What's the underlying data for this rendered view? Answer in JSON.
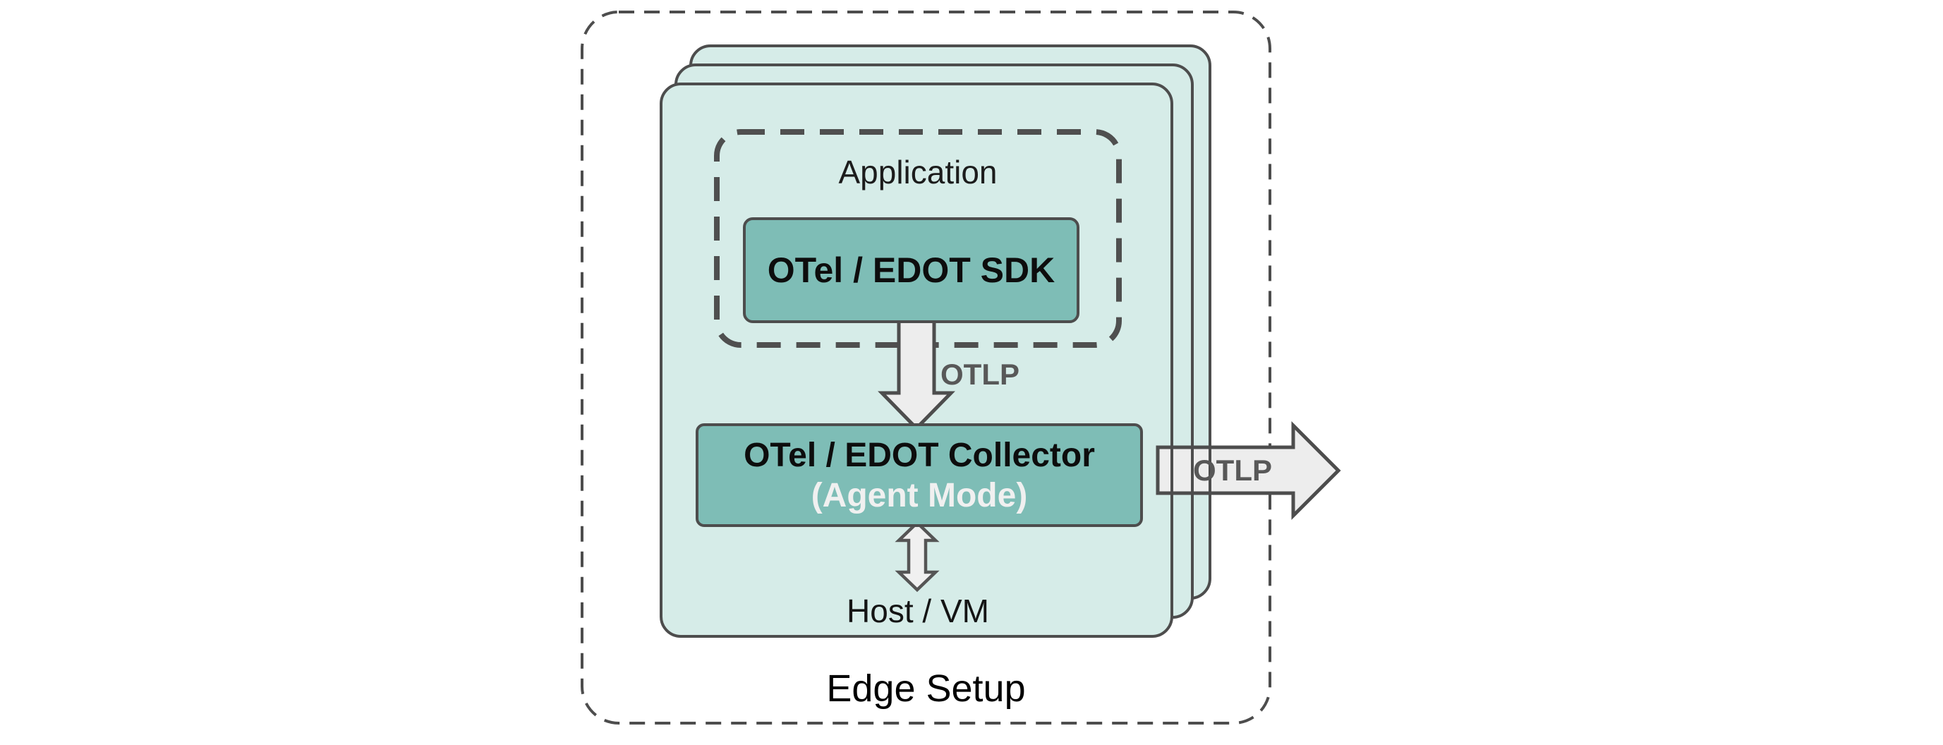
{
  "diagram": {
    "outer": {
      "label": "Edge Setup",
      "style": "dashed-rounded-boundary"
    },
    "host_stack": {
      "stacked_instances": 3,
      "inner_label": "Host / VM"
    },
    "application_group": {
      "label": "Application",
      "style": "dashed-rounded-boundary"
    },
    "sdk_node": {
      "label": "OTel / EDOT SDK"
    },
    "collector_node": {
      "title": "OTel / EDOT Collector",
      "subtitle": "(Agent Mode)"
    },
    "arrows": {
      "sdk_to_collector": {
        "label": "OTLP",
        "direction": "down",
        "style": "block-arrow"
      },
      "collector_to_host": {
        "label": "",
        "direction": "both",
        "style": "block-arrow"
      },
      "collector_egress": {
        "label": "OTLP",
        "direction": "right",
        "style": "block-arrow"
      }
    },
    "colors": {
      "background": "#ffffff",
      "card_fill": "#d6ece8",
      "node_fill": "#7ebdb6",
      "outline": "#4d4d4d",
      "arrow_fill": "#ededed",
      "otlp_label_text": "#585858",
      "agent_mode_text": "#f0f0f0",
      "label_text": "#1c1c1c"
    }
  }
}
